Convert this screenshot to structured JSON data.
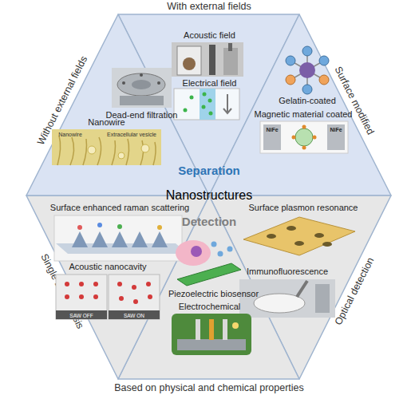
{
  "diagram": {
    "nodes": [
      {
        "text": [
          "With external fields"
        ]
      },
      {
        "text": [
          "Surface modified"
        ]
      },
      {
        "text": [
          "Optical detection"
        ]
      },
      {
        "text": [
          "Based on physical and chemical properties"
        ]
      },
      {
        "text": [
          "Single EV analysis"
        ]
      },
      {
        "text": [
          "Without external fields"
        ]
      },
      {
        "text": [
          "Acoustic field"
        ],
        "in": 0
      },
      {
        "text": [
          "Electrical field"
        ],
        "in": 0
      },
      {
        "text": [
          "Gelatin-coated"
        ],
        "in": 1
      },
      {
        "text": [
          "Magnetic material coated"
        ],
        "in": 1
      },
      {
        "text": [
          "Surface plasmon resonance"
        ],
        "in": 2
      },
      {
        "text": [
          "Immunofluorescence"
        ],
        "in": 2
      },
      {
        "text": [
          "Piezoelectric biosensor"
        ],
        "in": 3
      },
      {
        "text": [
          "Electrochemical"
        ],
        "in": 3
      },
      {
        "text": [
          "Surface enhanced raman scattering"
        ],
        "in": 4
      },
      {
        "text": [
          "Acoustic nanocavity"
        ],
        "in": 4
      },
      {
        "text": [
          "Dead-end filtration"
        ],
        "in": 5
      },
      {
        "text": [
          "Nanowire"
        ],
        "in": 5
      }
    ],
    "labels": [
      "Separation",
      "Nanostructures",
      "Detection",
      "Nanowire",
      "Extracellular vesicle",
      "NiFe",
      "NiFe",
      "SAW OFF",
      "SAW ON"
    ]
  }
}
